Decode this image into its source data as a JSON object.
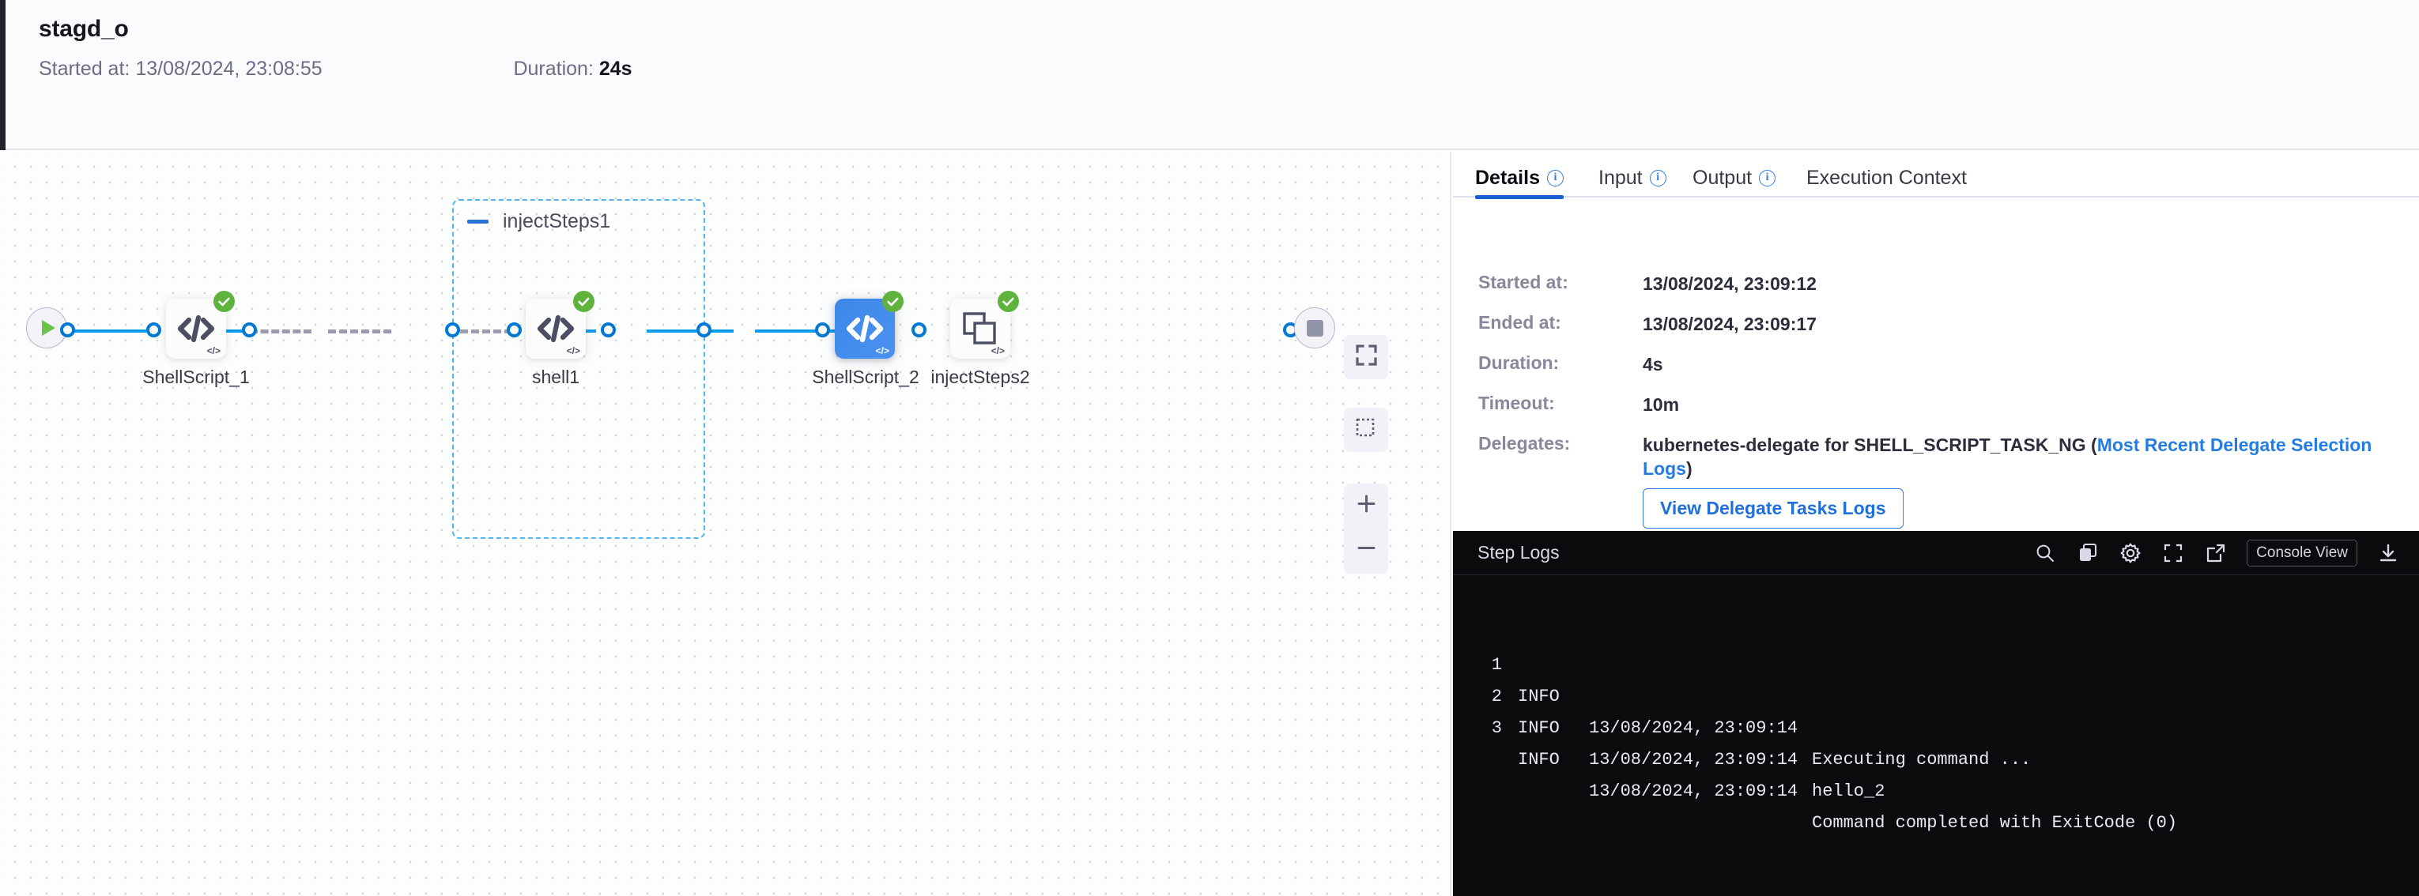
{
  "header": {
    "title": "stagd_o",
    "started_label": "Started at:",
    "started_value": "13/08/2024, 23:08:55",
    "duration_label": "Duration:",
    "duration_value": "24s"
  },
  "graph": {
    "start_node": "start-node",
    "end_node": "end-node",
    "group": {
      "title": "injectSteps1"
    },
    "nodes": [
      {
        "label": "ShellScript_1",
        "icon": "code-icon",
        "status": "success",
        "selected": false
      },
      {
        "label": "shell1",
        "icon": "code-icon",
        "status": "success",
        "selected": false
      },
      {
        "label": "ShellScript_2",
        "icon": "code-icon",
        "status": "success",
        "selected": true
      },
      {
        "label": "injectSteps2",
        "icon": "stacked-squares-icon",
        "status": "success",
        "selected": false
      }
    ],
    "toolbar": [
      {
        "name": "fit-to-screen-button"
      },
      {
        "name": "selection-box-button"
      },
      {
        "name": "zoom-in-button"
      },
      {
        "name": "zoom-out-button"
      }
    ]
  },
  "panel": {
    "tabs": [
      {
        "label": "Details",
        "info": true,
        "active": true
      },
      {
        "label": "Input",
        "info": true,
        "active": false
      },
      {
        "label": "Output",
        "info": true,
        "active": false
      },
      {
        "label": "Execution Context",
        "info": false,
        "active": false
      }
    ],
    "details": {
      "started_label": "Started at:",
      "started_value": "13/08/2024, 23:09:12",
      "ended_label": "Ended at:",
      "ended_value": "13/08/2024, 23:09:17",
      "duration_label": "Duration:",
      "duration_value": "4s",
      "timeout_label": "Timeout:",
      "timeout_value": "10m",
      "delegates_label": "Delegates:",
      "delegates_text": "kubernetes-delegate for SHELL_SCRIPT_TASK_NG (",
      "delegates_link": "Most Recent Delegate Selection Logs",
      "delegates_tail": ")",
      "view_logs_button": "View Delegate Tasks Logs"
    }
  },
  "logs": {
    "title": "Step Logs",
    "console_view_button": "Console View",
    "icons": [
      "search-icon",
      "copy-icon",
      "gear-icon",
      "fullscreen-icon",
      "external-link-icon",
      "download-icon"
    ],
    "lines": [
      {
        "num": "1",
        "level": "INFO",
        "ts": "13/08/2024, 23:09:14",
        "msg": "Executing command ..."
      },
      {
        "num": "2",
        "level": "INFO",
        "ts": "13/08/2024, 23:09:14",
        "msg": "hello_2"
      },
      {
        "num": "3",
        "level": "INFO",
        "ts": "13/08/2024, 23:09:14",
        "msg": "Command completed with ExitCode (0)"
      }
    ]
  },
  "colors": {
    "accent_blue": "#0b9bec",
    "selected_node": "#4285f4",
    "success_green": "#5fb33d",
    "link_blue": "#247ce0",
    "log_bg": "#0b0b0d"
  }
}
